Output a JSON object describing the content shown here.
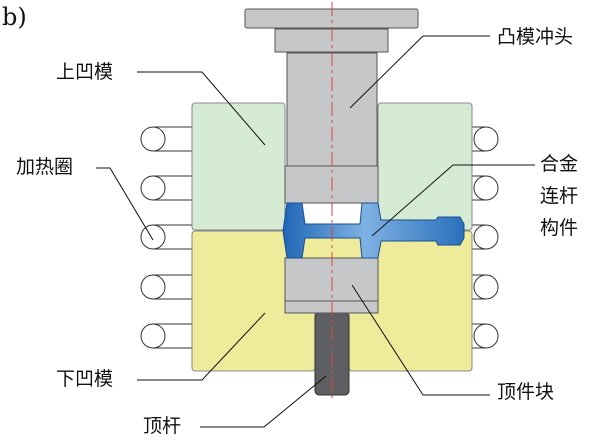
{
  "panel_label": "b)",
  "labels": {
    "upper_die": "上凹模",
    "heating_coil": "加热圈",
    "lower_die": "下凹模",
    "ejector_rod": "顶杆",
    "punch": "凸模冲头",
    "part_line1": "合金",
    "part_line2": "连杆",
    "part_line3": "构件",
    "ejector_block": "顶件块"
  },
  "colors": {
    "upper_die": "#d6ebd3",
    "lower_die": "#eeeb9a",
    "steel": "#c6c7c9",
    "rod": "#5e5f62",
    "part": "#4f8fd0",
    "centerline": "#e04040"
  }
}
